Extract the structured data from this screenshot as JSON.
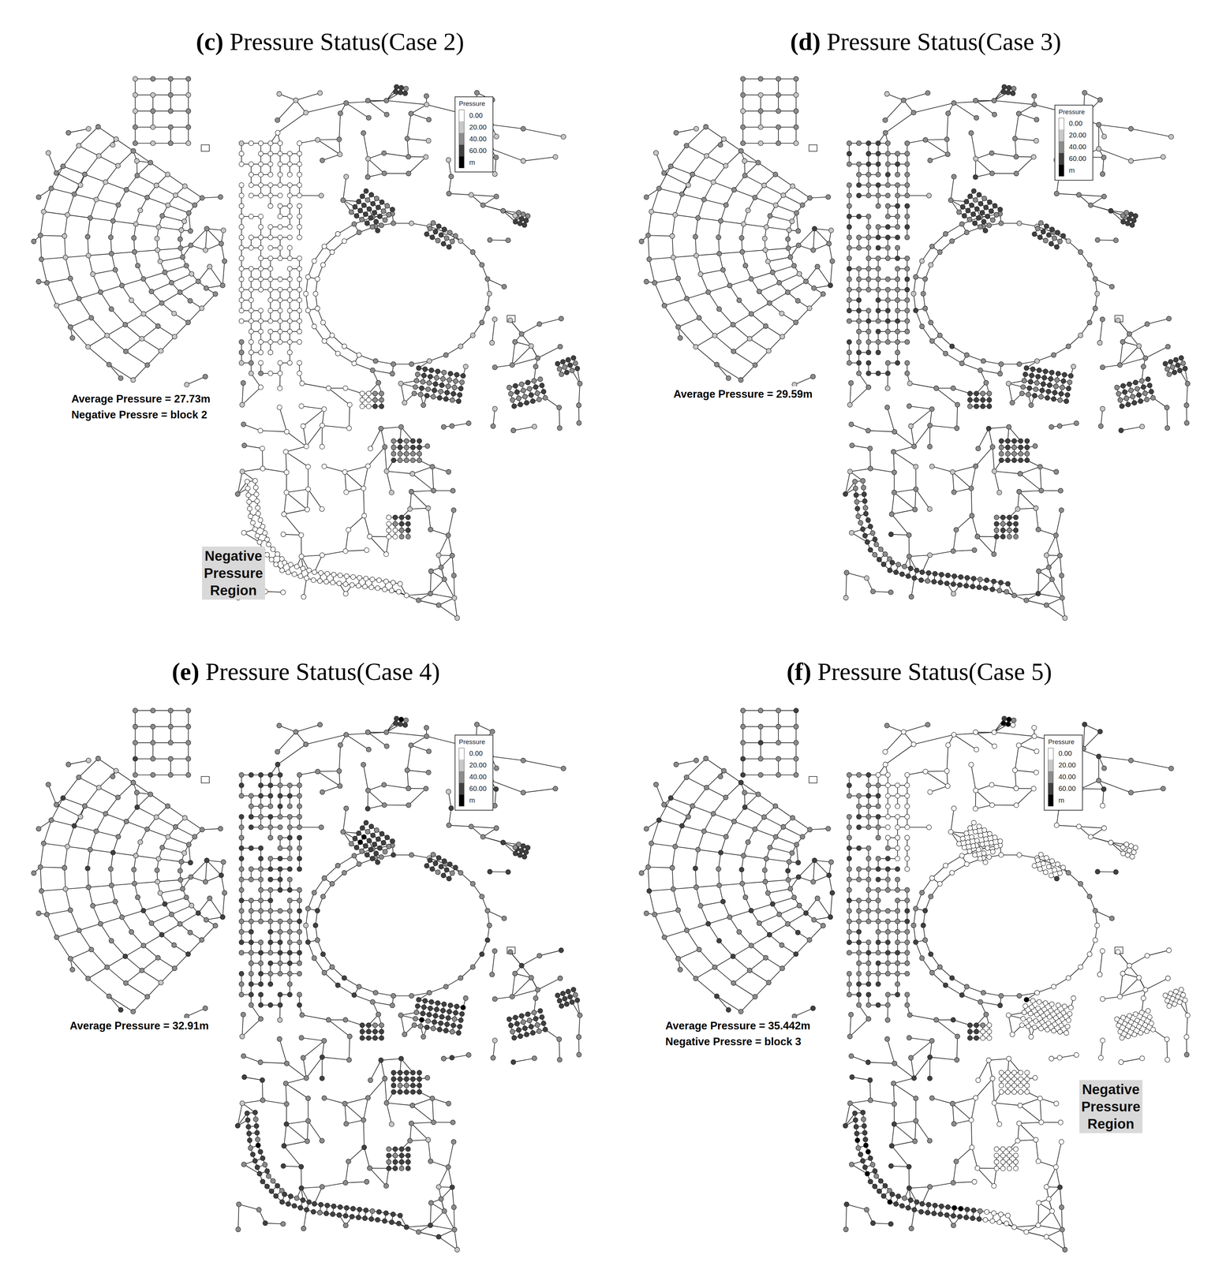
{
  "diagram": {
    "nodes": [
      {
        "text": [
          "Negative Pressure Region"
        ]
      },
      {
        "text": [
          "Negative Pressure Region"
        ]
      }
    ],
    "labels": [
      "(c)",
      "Pressure Status(Case 2)",
      "Pressure",
      "m",
      "Average Pressure = 27.73m",
      "Negative Pressre = block 2",
      "(d)",
      "Pressure Status(Case 3)",
      "Pressure",
      "m",
      "Average Pressure = 29.59m",
      "(e)",
      "Pressure Status(Case 4)",
      "Pressure",
      "m",
      "Average Pressure = 32.91m",
      "(f)",
      "Pressure Status(Case 5)",
      "Pressure",
      "m",
      "Average Pressure = 35.442m",
      "Negative Pressre = block 3"
    ],
    "legend": [
      {
        "text": "0.00",
        "color": "#ffffff"
      },
      {
        "text": "20.00",
        "color": "#c8c8c8"
      },
      {
        "text": "40.00",
        "color": "#8c8c8c"
      },
      {
        "text": "60.00",
        "color": "#404040"
      },
      {
        "text": "0.00",
        "color": "#ffffff"
      },
      {
        "text": "20.00",
        "color": "#c8c8c8"
      },
      {
        "text": "40.00",
        "color": "#8c8c8c"
      },
      {
        "text": "60.00",
        "color": "#404040"
      },
      {
        "text": "0.00",
        "color": "#ffffff"
      },
      {
        "text": "20.00",
        "color": "#c8c8c8"
      },
      {
        "text": "40.00",
        "color": "#8c8c8c"
      },
      {
        "text": "60.00",
        "color": "#404040"
      },
      {
        "text": "0.00",
        "color": "#ffffff"
      },
      {
        "text": "20.00",
        "color": "#c8c8c8"
      },
      {
        "text": "40.00",
        "color": "#8c8c8c"
      },
      {
        "text": "60.00",
        "color": "#404040"
      }
    ]
  }
}
